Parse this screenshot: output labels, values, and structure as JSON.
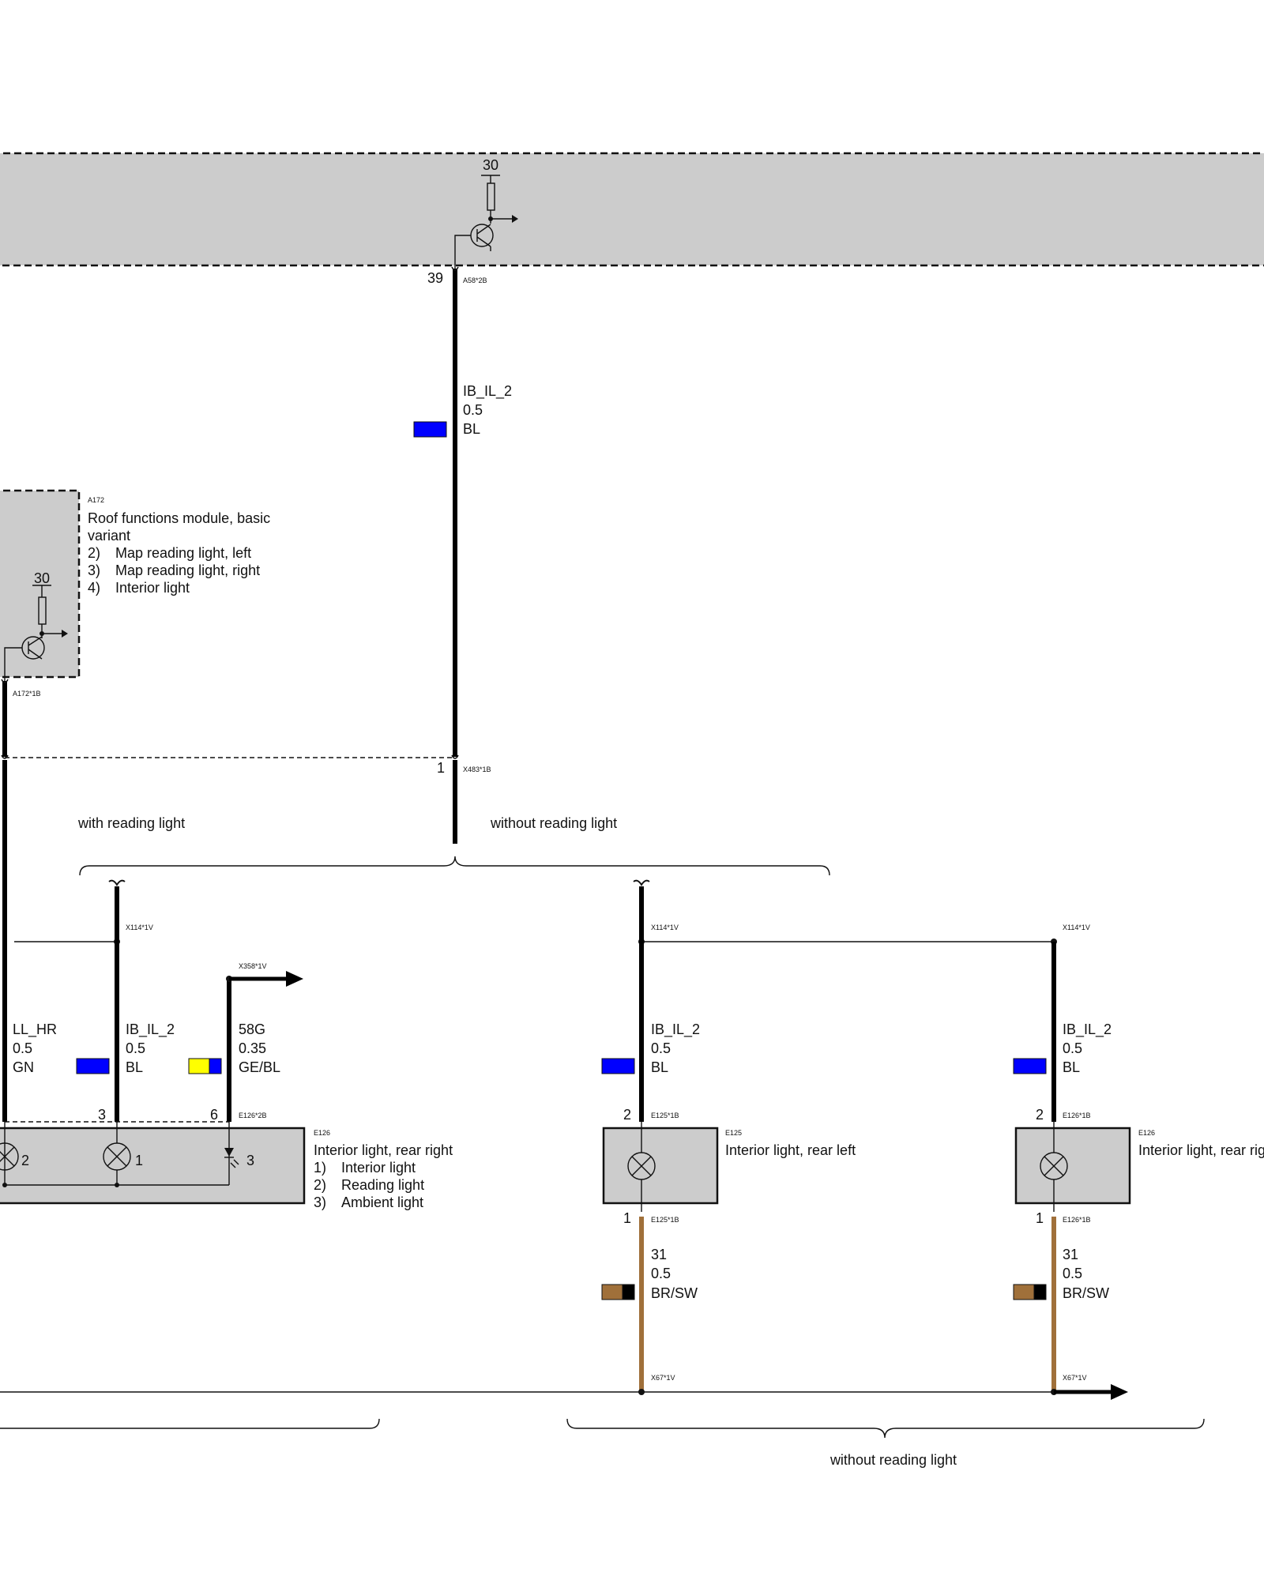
{
  "colors": {
    "module_fill": "#cccccc",
    "wire_black": "#000000",
    "wire_brown": "#a0703a",
    "blue": "#0000ff",
    "green": "#0000ff",
    "yellow": "#ffff00",
    "brown_swatch": "#a0703a",
    "black_swatch": "#000000"
  },
  "top_module": {
    "supply": "30",
    "pin": "39",
    "connector": "A58*2B"
  },
  "roof_module": {
    "id": "A172",
    "title_line1": "Roof functions module, basic",
    "title_line2": "variant",
    "items": [
      {
        "num": "2)",
        "label": "Map reading light, left"
      },
      {
        "num": "3)",
        "label": "Map reading light, right"
      },
      {
        "num": "4)",
        "label": "Interior light"
      }
    ],
    "supply": "30",
    "connector": "A172*1B"
  },
  "main_wire": {
    "name": "IB_IL_2",
    "size": "0.5",
    "color": "BL"
  },
  "junction": {
    "pin": "1",
    "connector": "X483*1B"
  },
  "variants": {
    "with": "with reading light",
    "without": "without reading light",
    "without_bottom": "without reading light"
  },
  "connectors": {
    "x114_a": "X114*1V",
    "x114_b": "X114*1V",
    "x114_c": "X114*1V",
    "x358": "X358*1V",
    "x67_a": "X67*1V",
    "x67_b": "X67*1V"
  },
  "wires": {
    "ll_hr": {
      "name": "LL_HR",
      "size": "0.5",
      "color": "GN"
    },
    "ibil_a": {
      "name": "IB_IL_2",
      "size": "0.5",
      "color": "BL"
    },
    "w58g": {
      "name": "58G",
      "size": "0.35",
      "color": "GE/BL"
    },
    "ibil_b": {
      "name": "IB_IL_2",
      "size": "0.5",
      "color": "BL"
    },
    "ibil_c": {
      "name": "IB_IL_2",
      "size": "0.5",
      "color": "BL"
    },
    "gnd_a": {
      "name": "31",
      "size": "0.5",
      "color": "BR/SW"
    },
    "gnd_b": {
      "name": "31",
      "size": "0.5",
      "color": "BR/SW"
    }
  },
  "e126_left": {
    "id": "E126",
    "title": "Interior light, rear right",
    "items": [
      {
        "num": "1)",
        "label": "Interior light"
      },
      {
        "num": "2)",
        "label": "Reading light"
      },
      {
        "num": "3)",
        "label": "Ambient light"
      }
    ],
    "pin_a": "3",
    "pin_b": "6",
    "connector": "E126*2B",
    "lamp1": "1",
    "lamp2": "2",
    "led": "3"
  },
  "e125": {
    "id": "E125",
    "title": "Interior light, rear left",
    "pin_top": "2",
    "connector_top": "E125*1B",
    "pin_bottom": "1",
    "connector_bottom": "E125*1B"
  },
  "e126_right": {
    "id": "E126",
    "title": "Interior light, rear rig",
    "pin_top": "2",
    "connector_top": "E126*1B",
    "pin_bottom": "1",
    "connector_bottom": "E126*1B"
  }
}
